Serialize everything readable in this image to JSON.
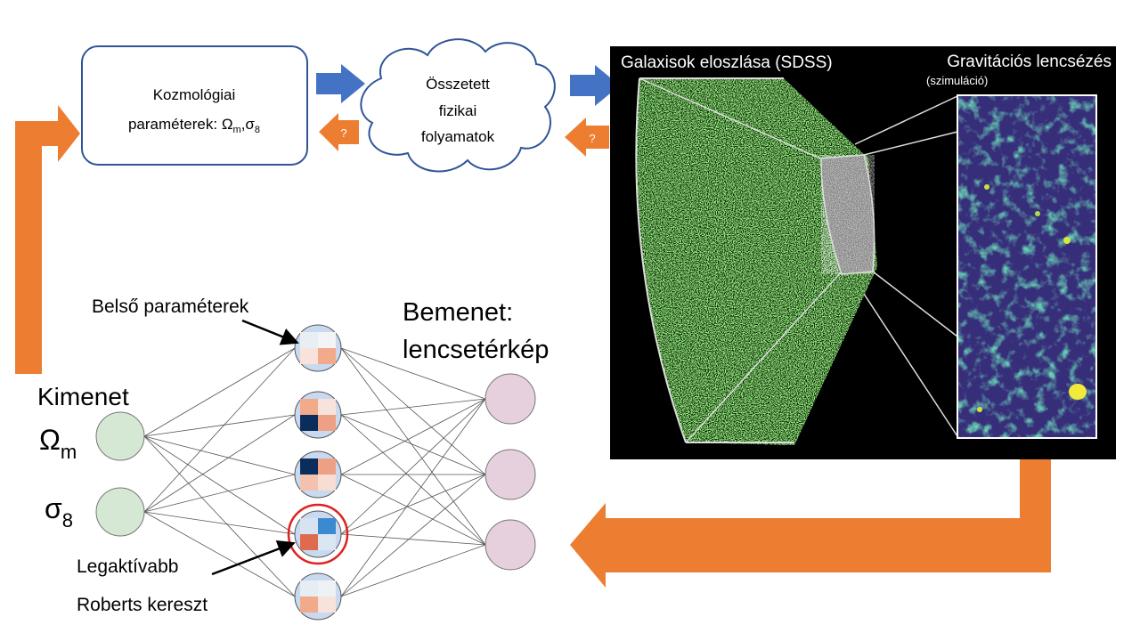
{
  "top": {
    "params_box": {
      "line1": "Kozmológiai",
      "line2_prefix": "paraméterek: Ω",
      "line2_sub1": "m",
      "line2_mid": ",σ",
      "line2_sub2": "8"
    },
    "cloud": {
      "line1": "Összetett",
      "line2": "fizikai",
      "line3": "folyamatok"
    },
    "question_mark": "?"
  },
  "galaxy_panel": {
    "title": "Galaxisok eloszlása (SDSS)",
    "lensing_title": "Gravitációs lencsézés",
    "lensing_subtitle": "(szimuláció)"
  },
  "network": {
    "internal_params_label": "Belső paraméterek",
    "input_label_line1": "Bemenet:",
    "input_label_line2": "lencsetérkép",
    "output_label": "Kimenet",
    "output_1_symbol": "Ω",
    "output_1_sub": "m",
    "output_2_symbol": "σ",
    "output_2_sub": "8",
    "roberts_line1": "Legaktívabb",
    "roberts_line2": "Roberts kereszt"
  },
  "colors": {
    "orange": "#ed7d31",
    "blue_arrow": "#4472c4",
    "box_border": "#2f5597",
    "output_node": "#d5e8d4",
    "input_node": "#e6d0de",
    "hidden_node": "#c9d9ef",
    "highlight_ring": "#e02020"
  }
}
